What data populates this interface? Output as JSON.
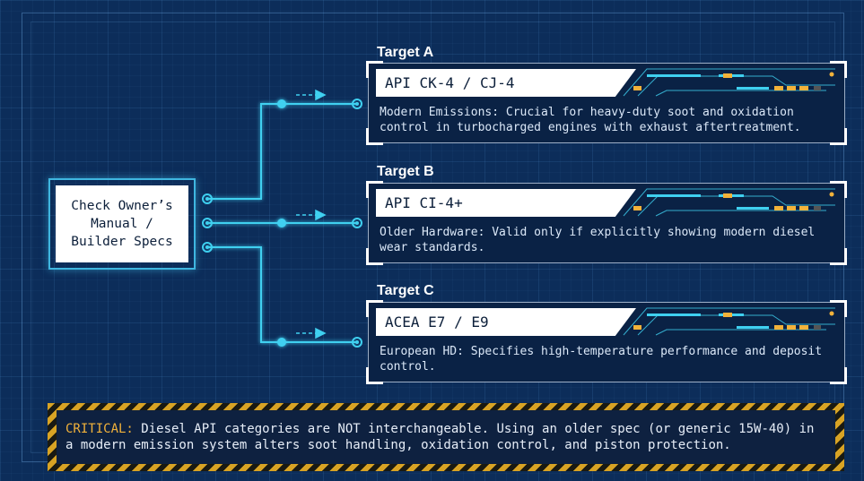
{
  "source": {
    "label": "Check Owner’s\nManual /\nBuilder Specs"
  },
  "targets": [
    {
      "label": "Target A",
      "spec": "API CK-4 / CJ-4",
      "desc": "Modern Emissions: Crucial for heavy-duty soot and oxidation control in turbocharged engines with exhaust aftertreatment."
    },
    {
      "label": "Target B",
      "spec": "API CI-4+",
      "desc": "Older Hardware: Valid only if explicitly showing modern diesel wear standards."
    },
    {
      "label": "Target C",
      "spec": "ACEA E7 / E9",
      "desc": "European HD: Specifies high-temperature performance and deposit control."
    }
  ],
  "warning": {
    "prefix": "CRITICAL:",
    "text": " Diesel API categories are NOT interchangeable. Using an older spec (or generic 15W-40) in a modern emission system alters soot handling, oxidation control, and piston protection."
  },
  "colors": {
    "wire": "#3fd0f0",
    "accent": "#f2b23a",
    "bg": "#0c2d5a"
  }
}
